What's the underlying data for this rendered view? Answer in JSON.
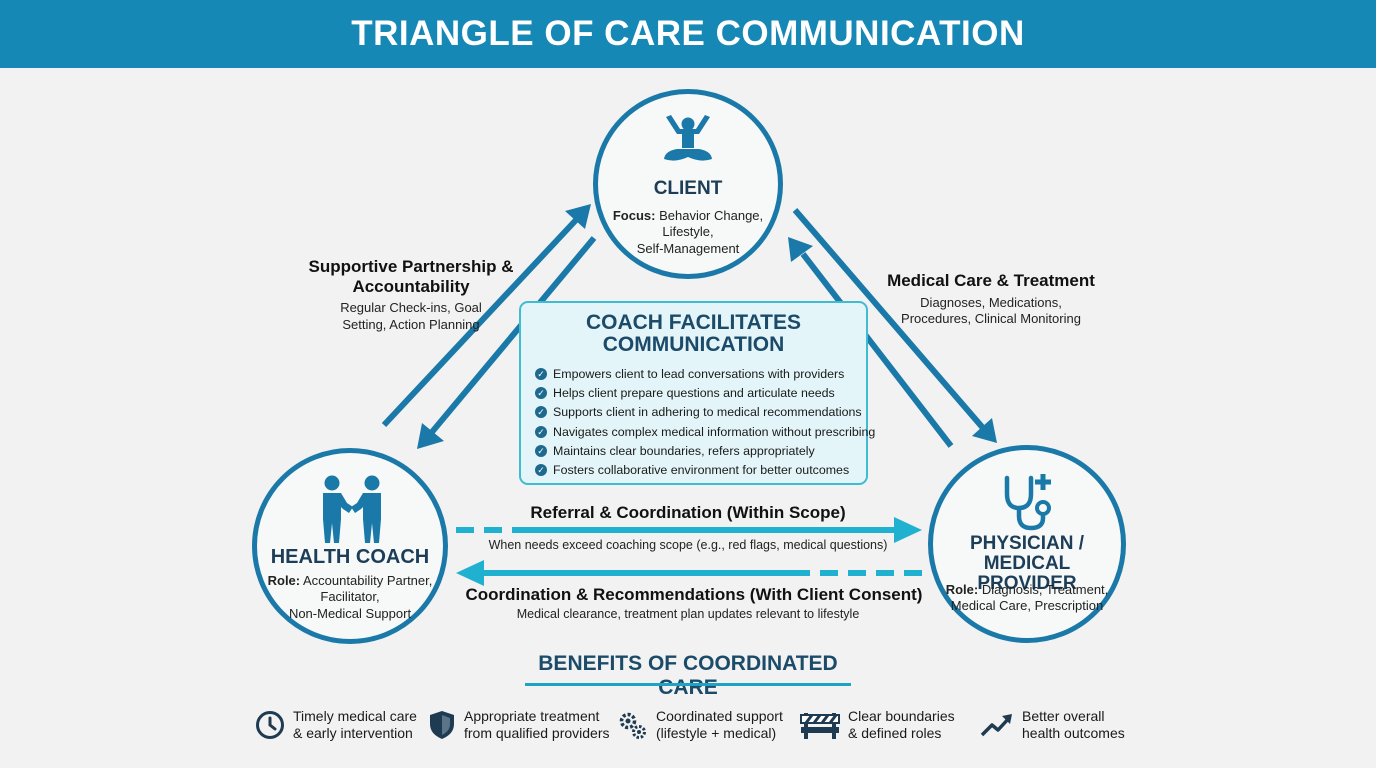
{
  "header": {
    "title": "TRIANGLE OF CARE COMMUNICATION"
  },
  "client": {
    "title": "CLIENT",
    "focus_label": "Focus:",
    "focus_lines": [
      "Behavior Change,",
      "Lifestyle,",
      "Self-Management"
    ]
  },
  "coach": {
    "title": "HEALTH COACH",
    "role_label": "Role:",
    "role_lines": [
      "Accountability Partner,",
      "Facilitator,",
      "Non-Medical Support"
    ]
  },
  "physician": {
    "title_lines": [
      "PHYSICIAN /",
      "MEDICAL PROVIDER"
    ],
    "role_label": "Role:",
    "role_lines": [
      "Diagnosis, Treatment,",
      "Medical Care, Prescription"
    ]
  },
  "links": {
    "partnership": {
      "title_lines": [
        "Supportive Partnership &",
        "Accountability"
      ],
      "desc_lines": [
        "Regular Check-ins, Goal",
        "Setting, Action Planning"
      ]
    },
    "medical": {
      "title": "Medical Care & Treatment",
      "desc_lines": [
        "Diagnoses, Medications,",
        "Procedures, Clinical Monitoring"
      ]
    },
    "referral": {
      "title": "Referral & Coordination (Within Scope)",
      "desc": "When needs exceed coaching scope (e.g., red flags, medical questions)"
    },
    "recommendations": {
      "title": "Coordination & Recommendations (With Client Consent)",
      "desc": "Medical clearance, treatment plan updates relevant to lifestyle"
    }
  },
  "facilitates": {
    "title_lines": [
      "COACH FACILITATES",
      "COMMUNICATION"
    ],
    "items": [
      "Empowers client to lead conversations with providers",
      "Helps client prepare questions and articulate needs",
      "Supports client in adhering to medical recommendations",
      "Navigates complex medical information without prescribing",
      "Maintains clear boundaries, refers appropriately",
      "Fosters collaborative environment for better outcomes"
    ]
  },
  "benefits": {
    "title": "BENEFITS OF COORDINATED CARE",
    "items": [
      {
        "icon": "clock-icon",
        "lines": [
          "Timely medical care",
          "& early intervention"
        ]
      },
      {
        "icon": "shield-icon",
        "lines": [
          "Appropriate treatment",
          "from qualified providers"
        ]
      },
      {
        "icon": "gears-icon",
        "lines": [
          "Coordinated support",
          "(lifestyle + medical)"
        ]
      },
      {
        "icon": "barrier-icon",
        "lines": [
          "Clear boundaries",
          "& defined roles"
        ]
      },
      {
        "icon": "trend-up-icon",
        "lines": [
          "Better overall",
          "health outcomes"
        ]
      }
    ]
  },
  "colors": {
    "header": "#1688b5",
    "node_border": "#1a79a8",
    "arrow_dark": "#1a79a8",
    "arrow_light": "#21b1d0",
    "title_text": "#1c3e58",
    "box_fill": "#e3f5f8",
    "box_border": "#3fbbd2"
  }
}
